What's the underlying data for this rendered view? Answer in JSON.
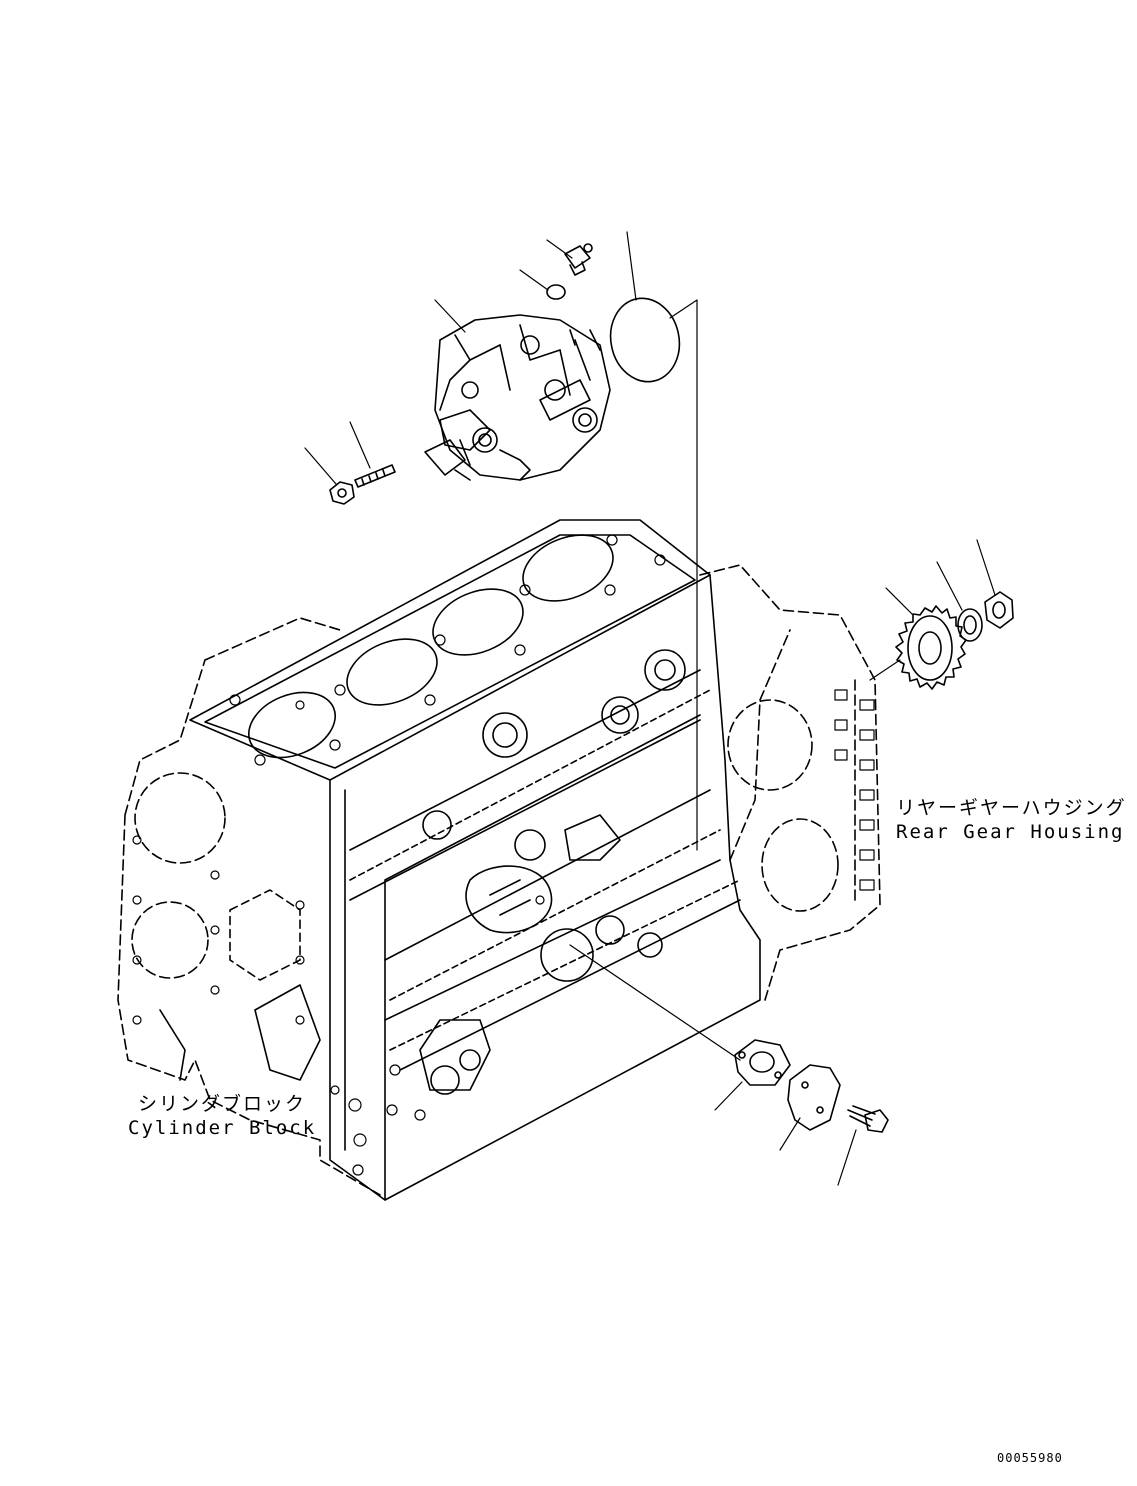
{
  "labels": {
    "rear_gear_housing_jp": "リヤーギヤーハウジング",
    "rear_gear_housing_en": "Rear Gear Housing",
    "cylinder_block_jp": "シリンダブロック",
    "cylinder_block_en": "Cylinder Block"
  },
  "document_id": "00055980",
  "colors": {
    "line": "#000000",
    "background": "#ffffff"
  }
}
